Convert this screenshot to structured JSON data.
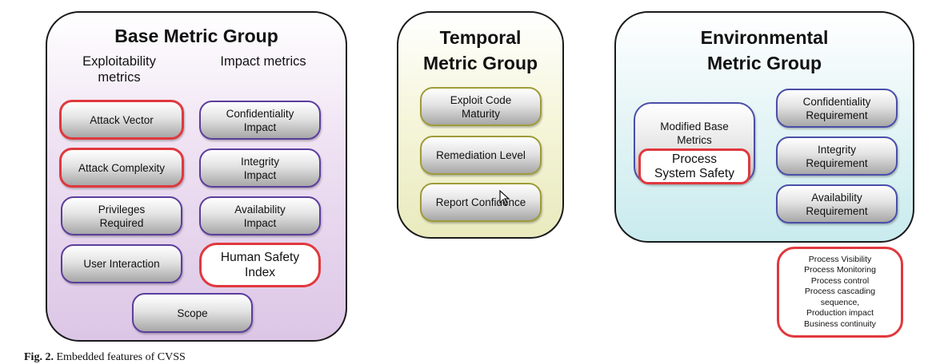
{
  "base": {
    "title": "Base Metric Group",
    "exploitability_heading": "Exploitability\nmetrics",
    "impact_heading": "Impact metrics",
    "attack_vector": "Attack Vector",
    "attack_complexity": "Attack Complexity",
    "privileges_required": "Privileges\nRequired",
    "user_interaction": "User Interaction",
    "confidentiality_impact": "Confidentiality\nImpact",
    "integrity_impact": "Integrity\nImpact",
    "availability_impact": "Availability\nImpact",
    "human_safety_index": "Human Safety\nIndex",
    "scope": "Scope"
  },
  "temporal": {
    "title": "Temporal\nMetric Group",
    "exploit_code_maturity": "Exploit Code\nMaturity",
    "remediation_level": "Remediation Level",
    "report_confidence": "Report Confidence"
  },
  "environmental": {
    "title": "Environmental\nMetric Group",
    "modified_base_metrics": "Modified Base\nMetrics",
    "process_system_safety": "Process\nSystem Safety",
    "confidentiality_requirement": "Confidentiality\nRequirement",
    "integrity_requirement": "Integrity\nRequirement",
    "availability_requirement": "Availability\nRequirement"
  },
  "extra_list": [
    "Process Visibility",
    "Process Monitoring",
    "Process control",
    "Process cascading",
    "sequence,",
    "Production impact",
    "Business continuity"
  ],
  "caption": {
    "label": "Fig. 2.",
    "text": " Embedded features of CVSS"
  },
  "colors": {
    "highlight_red": "#e0383d",
    "base_border": "#5b3e9c",
    "temporal_border": "#9e9b3a",
    "env_border": "#4a4ea8"
  },
  "icons": {
    "cursor": "mouse-pointer-icon"
  }
}
